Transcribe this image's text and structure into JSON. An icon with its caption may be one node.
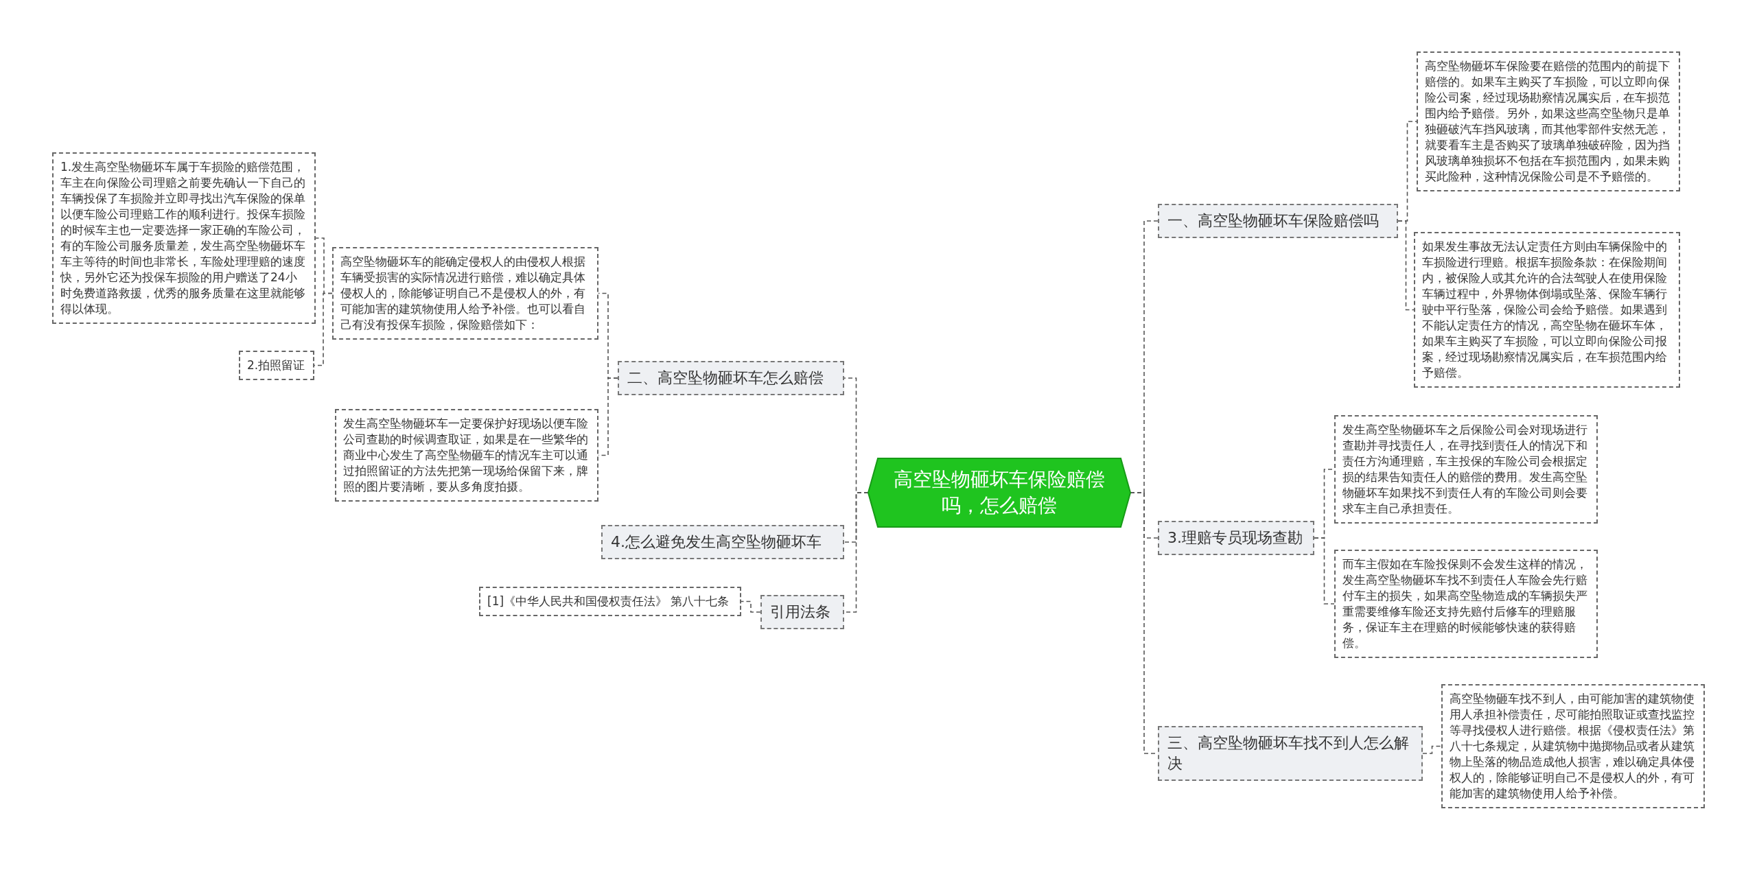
{
  "diagram": {
    "nodes": [
      {
        "text": [
          "高空坠物砸坏车保险赔偿吗，怎么赔偿"
        ]
      },
      {
        "text": [
          "二、高空坠物砸坏车怎么赔偿"
        ]
      },
      {
        "text": [
          "高空坠物砸坏车的能确定侵权人的由侵权人根据车辆受损害的实际情况进行赔偿，难以确定具体侵权人的，除能够证明自己不是侵权人的外，有可能加害的建筑物使用人给予补偿。也可以看自己有没有投保车损险，保险赔偿如下："
        ]
      },
      {
        "text": [
          "1.发生高空坠物砸坏车属于车损险的赔偿范围，车主在向保险公司理赔之前要先确认一下自己的车辆投保了车损险并立即寻找出汽车保险的保单以便车险公司理赔工作的顺利进行。投保车损险的时候车主也一定要选择一家正确的车险公司，有的车险公司服务质量差，发生高空坠物砸坏车车主等待的时间也非常长，车险处理理赔的速度快，另外它还为投保车损险的用户赠送了24小时免费道路救援，优秀的服务质量在这里就能够得以体现。"
        ]
      },
      {
        "text": [
          "2.拍照留证"
        ]
      },
      {
        "text": [
          "发生高空坠物砸坏车一定要保护好现场以便车险公司查勘的时候调查取证，如果是在一些繁华的商业中心发生了高空坠物砸车的情况车主可以通过拍照留证的方法先把第一现场给保留下来，牌照的图片要清晰，要从多角度拍摄。"
        ]
      },
      {
        "text": [
          "4.怎么避免发生高空坠物砸坏车"
        ]
      },
      {
        "text": [
          "引用法条"
        ]
      },
      {
        "text": [
          "[1]《中华人民共和国侵权责任法》 第八十七条"
        ]
      },
      {
        "text": [
          "一、高空坠物砸坏车保险赔偿吗"
        ]
      },
      {
        "text": [
          "高空坠物砸坏车保险要在赔偿的范围内的前提下赔偿的。如果车主购买了车损险，可以立即向保险公司案，经过现场勘察情况属实后，在车损范围内给予赔偿。另外，如果这些高空坠物只是单独砸破汽车挡风玻璃，而其他零部件安然无恙，就要看车主是否购买了玻璃单独破碎险，因为挡风玻璃单独损坏不包括在车损范围内，如果未购买此险种，这种情况保险公司是不予赔偿的。"
        ]
      },
      {
        "text": [
          "如果发生事故无法认定责任方则由车辆保险中的车损险进行理赔。根据车损险条款：在保险期间内，被保险人或其允许的合法驾驶人在使用保险车辆过程中，外界物体倒塌或坠落、保险车辆行驶中平行坠落，保险公司会给予赔偿。如果遇到不能认定责任方的情况，高空坠物在砸坏车体，如果车主购买了车损险，可以立即向保险公司报案，经过现场勘察情况属实后，在车损范围内给予赔偿。"
        ]
      },
      {
        "text": [
          "3.理赔专员现场查勘"
        ]
      },
      {
        "text": [
          "发生高空坠物砸坏车之后保险公司会对现场进行查勘并寻找责任人，在寻找到责任人的情况下和责任方沟通理赔，车主投保的车险公司会根据定损的结果告知责任人的赔偿的费用。发生高空坠物砸坏车如果找不到责任人有的车险公司则会要求车主自己承担责任。"
        ]
      },
      {
        "text": [
          "而车主假如在车险投保则不会发生这样的情况，发生高空坠物砸坏车找不到责任人车险会先行赔付车主的损失，如果高空坠物造成的车辆损失严重需要维修车险还支持先赔付后修车的理赔服务，保证车主在理赔的时候能够快速的获得赔偿。"
        ]
      },
      {
        "text": [
          "三、高空坠物砸坏车找不到人怎么解决"
        ]
      },
      {
        "text": [
          "高空坠物砸车找不到人，由可能加害的建筑物使用人承担补偿责任，尽可能拍照取证或查找监控等寻找侵权人进行赔偿。根据《侵权责任法》第八十七条规定，从建筑物中抛掷物品或者从建筑物上坠落的物品造成他人损害，难以确定具体侵权人的，除能够证明自己不是侵权人的外，有可能加害的建筑物使用人给予补偿。"
        ]
      }
    ],
    "edges": [
      {
        "from": 0,
        "to": 1,
        "arrow": "none"
      },
      {
        "from": 1,
        "to": 2,
        "arrow": "none"
      },
      {
        "from": 2,
        "to": 3,
        "arrow": "none"
      },
      {
        "from": 2,
        "to": 4,
        "arrow": "none"
      },
      {
        "from": 1,
        "to": 5,
        "arrow": "none"
      },
      {
        "from": 0,
        "to": 6,
        "arrow": "none"
      },
      {
        "from": 0,
        "to": 7,
        "arrow": "none"
      },
      {
        "from": 7,
        "to": 8,
        "arrow": "none"
      },
      {
        "from": 0,
        "to": 9,
        "arrow": "none"
      },
      {
        "from": 9,
        "to": 10,
        "arrow": "none"
      },
      {
        "from": 9,
        "to": 11,
        "arrow": "none"
      },
      {
        "from": 0,
        "to": 12,
        "arrow": "none"
      },
      {
        "from": 12,
        "to": 13,
        "arrow": "none"
      },
      {
        "from": 12,
        "to": 14,
        "arrow": "none"
      },
      {
        "from": 0,
        "to": 15,
        "arrow": "none"
      },
      {
        "from": 15,
        "to": 16,
        "arrow": "none"
      }
    ]
  }
}
